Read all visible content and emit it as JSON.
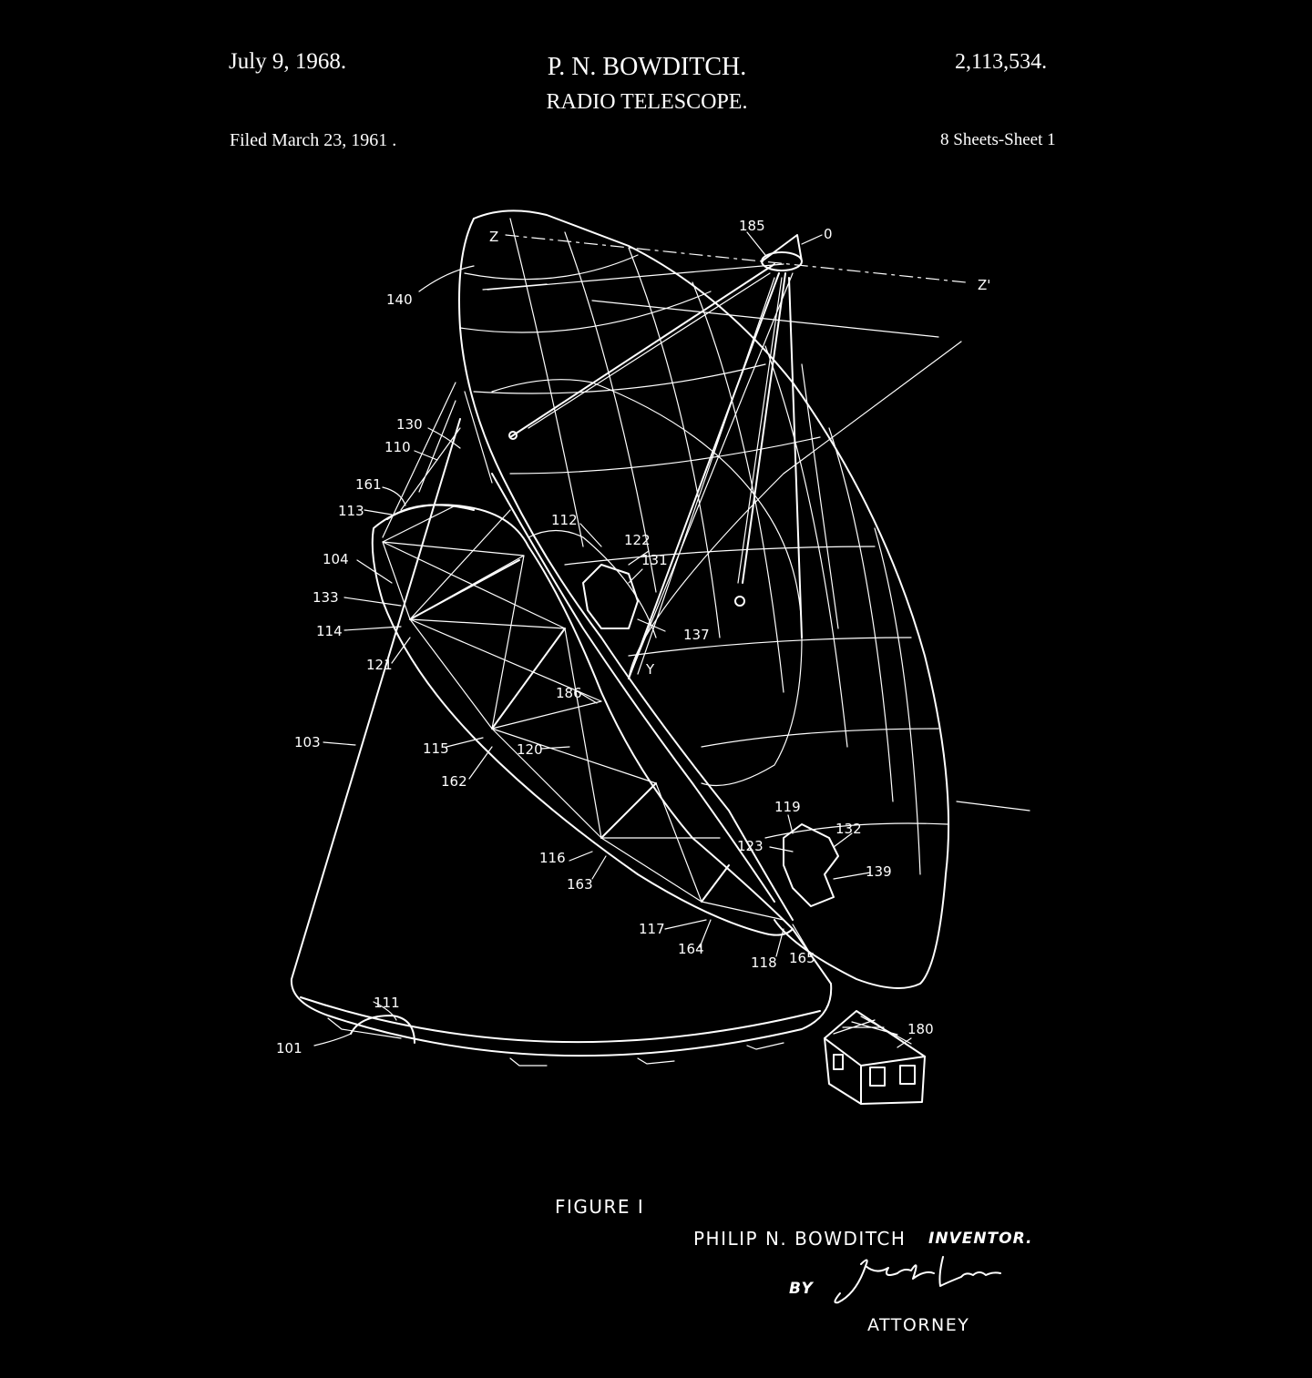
{
  "header": {
    "date": "July 9, 1968.",
    "inventor_name": "P. N. BOWDITCH.",
    "title": "RADIO TELESCOPE.",
    "patent_number": "2,113,534.",
    "filed": "Filed March 23, 1961 .",
    "sheets": "8 Sheets-Sheet 1"
  },
  "drawing": {
    "colors": {
      "background": "#000000",
      "line": "#ffffff"
    },
    "reference_labels": [
      "185",
      "0",
      "Z",
      "Z'",
      "140",
      "130",
      "110",
      "161",
      "113",
      "104",
      "133",
      "114",
      "121",
      "112",
      "122",
      "131",
      "137",
      "Y",
      "186",
      "103",
      "115",
      "120",
      "162",
      "119",
      "132",
      "123",
      "139",
      "116",
      "163",
      "117",
      "164",
      "118",
      "165",
      "111",
      "101",
      "180"
    ]
  },
  "footer": {
    "figure": "FIGURE I",
    "inventor": "PHILIP N. BOWDITCH",
    "inventor_role": "INVENTOR.",
    "by": "BY",
    "signature": "Jack Larsen",
    "attorney": "ATTORNEY"
  }
}
